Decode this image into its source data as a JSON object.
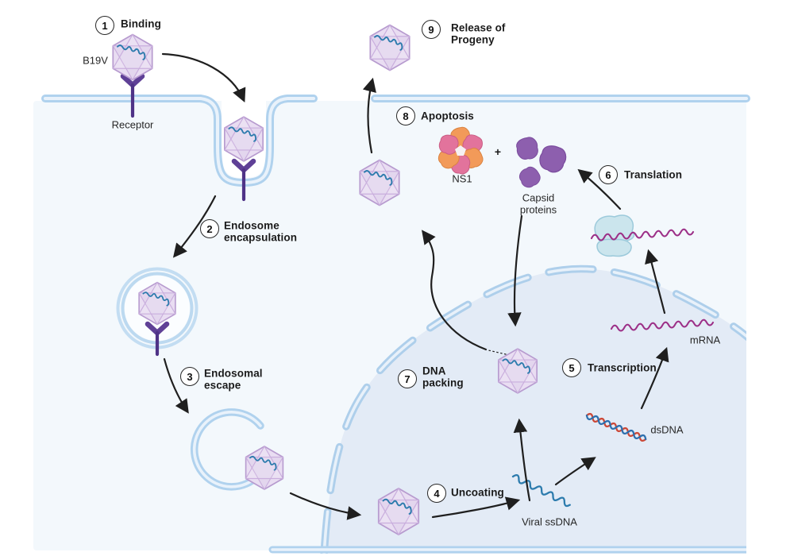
{
  "steps": [
    {
      "num": "1",
      "lines": [
        "Binding"
      ]
    },
    {
      "num": "2",
      "lines": [
        "Endosome",
        "encapsulation"
      ]
    },
    {
      "num": "3",
      "lines": [
        "Endosomal",
        "escape"
      ]
    },
    {
      "num": "4",
      "lines": [
        "Uncoating"
      ]
    },
    {
      "num": "5",
      "lines": [
        "Transcription"
      ]
    },
    {
      "num": "6",
      "lines": [
        "Translation"
      ]
    },
    {
      "num": "7",
      "lines": [
        "DNA",
        "packing"
      ]
    },
    {
      "num": "8",
      "lines": [
        "Apoptosis"
      ]
    },
    {
      "num": "9",
      "lines": [
        "Release of",
        "Progeny"
      ]
    }
  ],
  "labels": {
    "virus": "B19V",
    "receptor": "Receptor",
    "ns1": "NS1",
    "plus": "+",
    "capsid_line1": "Capsid",
    "capsid_line2": "proteins",
    "mrna": "mRNA",
    "dsdna": "dsDNA",
    "ssdna": "Viral ssDNA"
  },
  "colors": {
    "cytoplasm": "#f3f8fc",
    "nucleus": "#e3ebf6",
    "membrane": "#b0d2ee",
    "membrane_inner": "#e9f2fb",
    "virus_fill": "#e9ddf2",
    "virus_stroke": "#b79bcf",
    "receptor": "#5f4096",
    "ns1_pink": "#e2739c",
    "ns1_orange": "#f29a59",
    "capsid_purple": "#8d5fae",
    "ribosome": "#cbe5ed",
    "mrna": "#9c2f87",
    "dsdna_red": "#cc4837",
    "dsdna_blue": "#2d6fae",
    "ssdna": "#2c7bad",
    "arrow": "#1f1f1f"
  }
}
